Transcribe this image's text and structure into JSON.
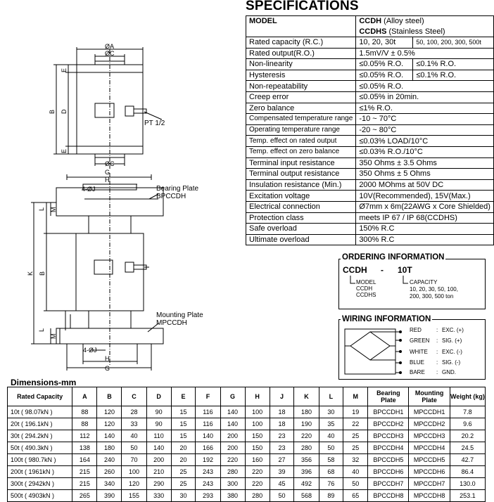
{
  "spec": {
    "title": "SPECIFICATIONS",
    "model_label": "MODEL",
    "model_value_1": "CCDH",
    "model_value_1_note": " (Alloy steel)",
    "model_value_2": "CCDHS",
    "model_value_2_note": " (Stainless Steel)",
    "rows": [
      {
        "k": "Rated capacity (R.C.)",
        "v": "10, 20, 30t",
        "v2": "50, 100, 200, 300, 500t"
      },
      {
        "k": "Rated output(R.O.)",
        "v": "1.5mV/V ± 0.5%"
      },
      {
        "k": "Non-linearity",
        "v": "≤0.05% R.O.",
        "v2": "≤0.1% R.O."
      },
      {
        "k": "Hysteresis",
        "v": "≤0.05% R.O.",
        "v2": "≤0.1% R.O."
      },
      {
        "k": "Non-repeatability",
        "v": "≤0.05% R.O."
      },
      {
        "k": "Creep error",
        "v": "≤0.05% in 20min."
      },
      {
        "k": "Zero balance",
        "v": "≤1% R.O."
      },
      {
        "k": "Compensated temperature range",
        "v": "-10 ~ 70°C"
      },
      {
        "k": "Operating temperature range",
        "v": "-20 ~ 80°C"
      },
      {
        "k": "Temp. effect on rated output",
        "v": "≤0.03% LOAD/10°C"
      },
      {
        "k": "Temp. effect on zero balance",
        "v": "≤0.03% R.O./10°C"
      },
      {
        "k": "Terminal input resistance",
        "v": "350 Ohms ± 3.5 Ohms"
      },
      {
        "k": "Terminal output resistance",
        "v": "350 Ohms ± 5 Ohms"
      },
      {
        "k": "Insulation resistance (Min.)",
        "v": "2000 MOhms at 50V DC"
      },
      {
        "k": "Excitation voltage",
        "v": "10V(Recommended), 15V(Max.)"
      },
      {
        "k": "Electrical connection",
        "v": "Ø7mm x 6m(22AWG x Core Shielded)"
      },
      {
        "k": "Protection class",
        "v": "meets IP 67 / IP 68(CCDHS)"
      },
      {
        "k": "Safe overload",
        "v": "150% R.C"
      },
      {
        "k": "Ultimate overload",
        "v": "300% R.C"
      }
    ]
  },
  "ordering": {
    "title": "ORDERING INFORMATION",
    "code_model": "CCDH",
    "code_sep": "-",
    "code_cap": "10T",
    "model_label": "MODEL",
    "model_opt_1": "CCDH",
    "model_opt_2": "CCDHS",
    "cap_label": "CAPACITY",
    "cap_line_1": "10, 20, 30, 50, 100,",
    "cap_line_2": "200, 300, 500 ton"
  },
  "wiring": {
    "title": "WIRING INFORMATION",
    "wires": [
      {
        "color": "RED",
        "sep": ":",
        "fn": "EXC. (+)"
      },
      {
        "color": "GREEN",
        "sep": ":",
        "fn": "SIG. (+)"
      },
      {
        "color": "WHITE",
        "sep": ":",
        "fn": "EXC. (-)"
      },
      {
        "color": "BLUE",
        "sep": ":",
        "fn": "SIG. (-)"
      },
      {
        "color": "BARE",
        "sep": ":",
        "fn": "GND."
      }
    ]
  },
  "drawing": {
    "labels": {
      "A": "ØA",
      "C1": "ØC",
      "C2": "ØC",
      "G1": "G",
      "H1": "H",
      "G2": "G",
      "H2": "H",
      "J1": "4-ØJ",
      "J2": "4-ØJ",
      "E1": "E",
      "E2": "E",
      "B1": "B",
      "D": "D",
      "L1": "L",
      "M1": "M",
      "K": "K",
      "B2": "B",
      "L2": "L",
      "M2": "M",
      "pt": "PT 1/2",
      "bearing_1": "Bearing Plate",
      "bearing_2": "BPCCDH",
      "mounting_1": "Mounting Plate",
      "mounting_2": "MPCCDH"
    }
  },
  "dimensions": {
    "title": "Dimensions-mm",
    "headers": [
      "Rated Capacity",
      "A",
      "B",
      "C",
      "D",
      "E",
      "F",
      "G",
      "H",
      "J",
      "K",
      "L",
      "M",
      "Bearing Plate",
      "Mounting Plate",
      "Weight (kg)"
    ],
    "rows": [
      [
        "10t ( 98.07kN )",
        "88",
        "120",
        "28",
        "90",
        "15",
        "116",
        "140",
        "100",
        "18",
        "180",
        "30",
        "19",
        "BPCCDH1",
        "MPCCDH1",
        "7.8"
      ],
      [
        "20t ( 196.1kN )",
        "88",
        "120",
        "33",
        "90",
        "15",
        "116",
        "140",
        "100",
        "18",
        "190",
        "35",
        "22",
        "BPCCDH2",
        "MPCCDH2",
        "9.6"
      ],
      [
        "30t ( 294.2kN )",
        "112",
        "140",
        "40",
        "110",
        "15",
        "140",
        "200",
        "150",
        "23",
        "220",
        "40",
        "25",
        "BPCCDH3",
        "MPCCDH3",
        "20.2"
      ],
      [
        "50t ( 490.3kN )",
        "138",
        "180",
        "50",
        "140",
        "20",
        "166",
        "200",
        "150",
        "23",
        "280",
        "50",
        "25",
        "BPCCDH4",
        "MPCCDH4",
        "24.5"
      ],
      [
        "100t ( 980.7kN )",
        "164",
        "240",
        "70",
        "200",
        "20",
        "192",
        "220",
        "160",
        "27",
        "356",
        "58",
        "32",
        "BPCCDH5",
        "MPCCDH5",
        "42.7"
      ],
      [
        "200t ( 1961kN )",
        "215",
        "260",
        "100",
        "210",
        "25",
        "243",
        "280",
        "220",
        "39",
        "396",
        "68",
        "40",
        "BPCCDH6",
        "MPCCDH6",
        "86.4"
      ],
      [
        "300t ( 2942kN )",
        "215",
        "340",
        "120",
        "290",
        "25",
        "243",
        "300",
        "220",
        "45",
        "492",
        "76",
        "50",
        "BPCCDH7",
        "MPCCDH7",
        "130.0"
      ],
      [
        "500t ( 4903kN )",
        "265",
        "390",
        "155",
        "330",
        "30",
        "293",
        "380",
        "280",
        "50",
        "568",
        "89",
        "65",
        "BPCCDH8",
        "MPCCDH8",
        "253.1"
      ]
    ]
  }
}
